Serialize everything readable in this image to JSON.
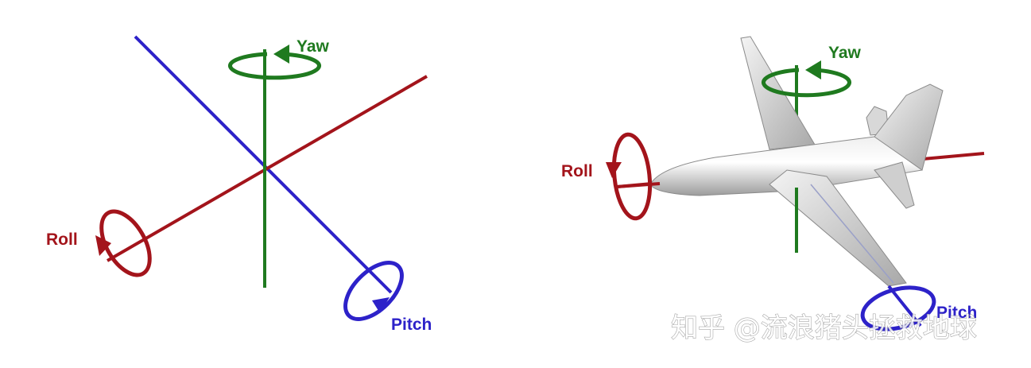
{
  "colors": {
    "yaw": "#1f7a1f",
    "roll": "#a3141b",
    "pitch": "#2d22c9",
    "plane": "#c9c9c9"
  },
  "left_diagram": {
    "yaw_label": "Yaw",
    "roll_label": "Roll",
    "pitch_label": "Pitch"
  },
  "right_diagram": {
    "yaw_label": "Yaw",
    "roll_label": "Roll",
    "pitch_label": "Pitch"
  },
  "watermark": "知乎 @流浪猪头拯救地球",
  "icons": [
    "airplane-illustration",
    "rotation-arrow-icon"
  ]
}
